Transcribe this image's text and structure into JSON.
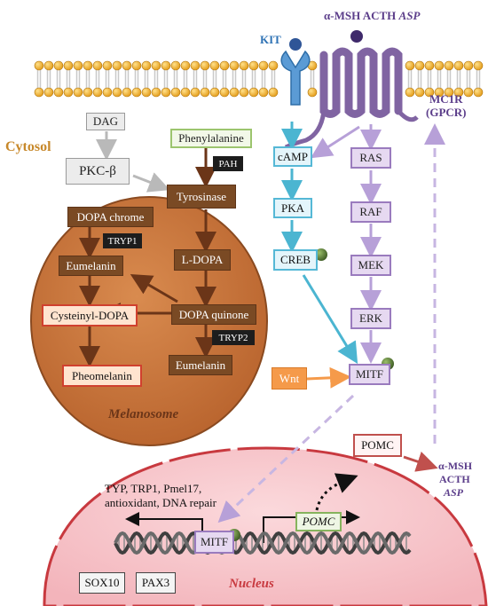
{
  "labels": {
    "ligand": "α-MSH ACTH",
    "ligand_asp": "ASP",
    "kit": "KIT",
    "mc1r": "MC1R",
    "gpcr": "(GPCR)",
    "cytosol": "Cytosol",
    "melanosome": "Melanosome",
    "nucleus": "Nucleus",
    "out_msh": "α-MSH",
    "out_acth": "ACTH",
    "out_asp": "ASP",
    "targets_line1": "TYP, TRP1, Pmel17,",
    "targets_line2": "antioxidant, DNA repair"
  },
  "nodes": {
    "dag": "DAG",
    "pkc": "PKC-β",
    "phenylalanine": "Phenylalanine",
    "pah": "PAH",
    "tyrosinase": "Tyrosinase",
    "dopa_chrome": "DOPA chrome",
    "tryp1": "TRYP1",
    "eumelanin_1": "Eumelanin",
    "ldopa": "L-DOPA",
    "dopa_quinone": "DOPA quinone",
    "cysteinyl_dopa": "Cysteinyl-DOPA",
    "tryp2": "TRYP2",
    "eumelanin_2": "Eumelanin",
    "pheomelanin": "Pheomelanin",
    "camp": "cAMP",
    "pka": "PKA",
    "creb": "CREB",
    "ras": "RAS",
    "raf": "RAF",
    "mek": "MEK",
    "erk": "ERK",
    "wnt": "Wnt",
    "mitf": "MITF",
    "pomc_protein": "POMC",
    "mitf_nuclear": "MITF",
    "pomc_gene": "POMC",
    "sox10": "SOX10",
    "pax3": "PAX3"
  },
  "colors": {
    "melanosome_fill": "#c8743c",
    "nucleus_fill": "#f7c9cf",
    "nucleus_border": "#c8393f",
    "brown_arrow": "#6b3518",
    "blue_arrow": "#4bb5d1",
    "purple_arrow": "#b7a0d8",
    "gray_arrow": "#b9b9b9",
    "orange_arrow": "#f59a4a",
    "label_purple": "#5b3d8a",
    "label_blue": "#2f73b5",
    "cytosol_label": "#c7882a"
  }
}
